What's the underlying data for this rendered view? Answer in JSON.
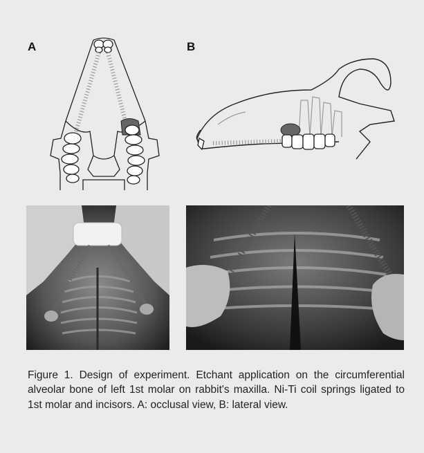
{
  "figure": {
    "panel_labels": {
      "a": "A",
      "b": "B"
    },
    "caption": "Figure 1. Design of experiment. Etchant application on the circumferential alveolar bone of left 1st molar on rabbit's maxilla. Ni-Ti coil springs ligated to 1st molar and incisors. A: occlusal view, B: lateral view."
  },
  "colors": {
    "background": "#ebebeb",
    "etched_area": "#666666",
    "outline": "#222222",
    "spring": "#9a9a9a"
  }
}
